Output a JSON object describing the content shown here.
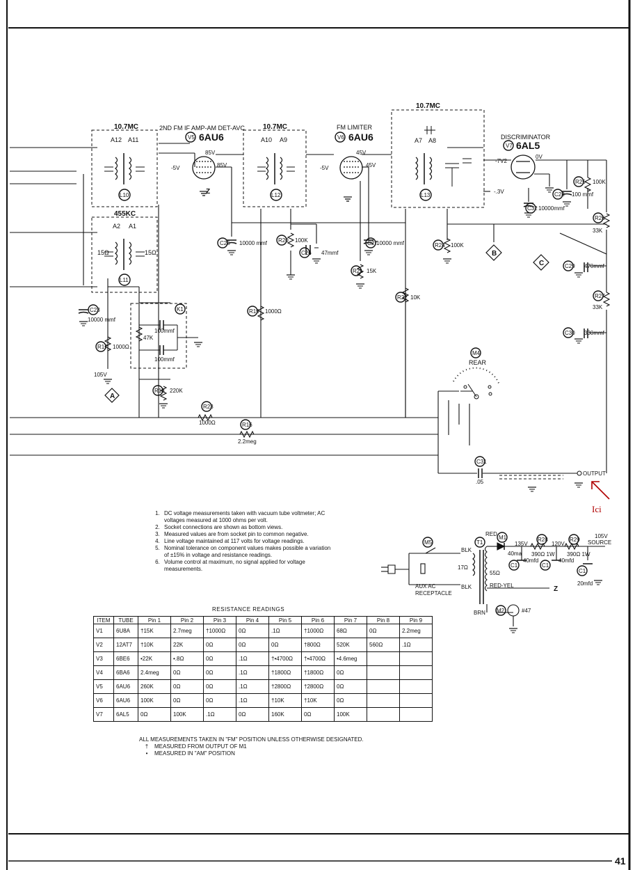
{
  "labels": {
    "if1_freq": "10.7MC",
    "am_if_freq": "455KC",
    "v5_desc": "2ND FM IF AMP-AM DET-AVC",
    "v5_ref": "V5",
    "v5_type": "6AU6",
    "if2_freq": "10.7MC",
    "v6_desc": "FM LIMITER",
    "v6_ref": "V6",
    "v6_type": "6AU6",
    "disc_freq": "10.7MC",
    "v7_desc": "DISCRIMINATOR",
    "v7_ref": "V7",
    "v7_type": "6AL5",
    "a12": "A12",
    "a11": "A11",
    "a10": "A10",
    "a9": "A9",
    "a8": "A8",
    "a7": "A7",
    "a2": "A2",
    "a1": "A1",
    "l10": "L10",
    "l11": "L11",
    "l12": "L12",
    "l13": "L13",
    "c25": "C25",
    "c25_val": "10000 mmf",
    "r20": "R20",
    "r20_val": "100K",
    "c26": "C26",
    "c26_val": "47mmf",
    "c27": "C27",
    "c27_val": "10000 mmf",
    "r21": "R21",
    "r21_val": "15K",
    "r22": "R22",
    "r22_val": "10K",
    "r24": "R24",
    "r24_val": "100K",
    "r25": "R25",
    "r25_val": "100K",
    "r26": "R26",
    "r26_val": "33K",
    "r27": "R27",
    "r27_val": "33K",
    "c28": "C28",
    "c28_val": "100 mmf",
    "c29": "C29",
    "c29_val": "470mmf",
    "c30": "C30",
    "c30_val": "330mmf",
    "c32": "C32",
    "c32_val": "10000mmf",
    "c23": "C23",
    "c23_val": "10000 mmf",
    "r17": "R17",
    "r17_val": "1000Ω",
    "k1": "K1",
    "k1_r": "47K",
    "k1_c1": "100mmf",
    "k1_c2": "100mmf",
    "r18": "R18",
    "r18_val": "220K",
    "r19": "R19",
    "r19_val": "1000Ω",
    "r23": "R23",
    "r23_val": "1000Ω",
    "r16": "R16",
    "r16_val": "2.2meg",
    "c31": "C31",
    "c31_val": ".05",
    "m4": "M4",
    "m4_desc": "REAR",
    "output": "OUTPUT",
    "ici": "Ici",
    "v_105": "105V",
    "v_85a": "85V",
    "v_85b": "85V",
    "v_5": "-5V",
    "v_45a": "45V",
    "v_45b": "45V",
    "v_m5": "-5V",
    "v_72": "-7V2",
    "v_50": "0V",
    "v_3": "-.3V",
    "ohm_15a": "15Ω",
    "ohm_15b": "15Ω",
    "term_a": "A",
    "term_b": "B",
    "term_c": "C",
    "term_z": "Z",
    "m5": "M5",
    "t1": "T1",
    "m1": "M1",
    "r28": "R28",
    "r29": "R29",
    "m2": "M2",
    "ps_red": "RED",
    "ps_blk1": "BLK",
    "ps_blk2": "BLK",
    "ps_brn": "BRN",
    "ps_redyel": "RED-YEL",
    "ps_17": "17Ω",
    "ps_55": "55Ω",
    "ps_40ma": "40ma",
    "ps_135": "135V",
    "ps_120": "120V",
    "ps_r28v": "390Ω 1W",
    "ps_r29v": "390Ω 1W",
    "ps_c1a": "C1",
    "ps_c1b": "C1",
    "ps_c1c": "C1",
    "ps_40a": "40mfd",
    "ps_40b": "40mfd",
    "ps_20": "20mfd",
    "ps_src1": "105V",
    "ps_src2": "SOURCE",
    "ps_aux1": "AUX AC",
    "ps_aux2": "RECEPTACLE",
    "ps_lamp": "#47",
    "page_number": "41"
  },
  "notes": [
    "DC voltage measurements taken with vacuum tube voltmeter; AC voltages measured at 1000 ohms per volt.",
    "Socket connections are shown as bottom views.",
    "Measured values are from socket pin to common negative.",
    "Line voltage maintained at 117 volts for voltage readings.",
    "Nominal tolerance on component values makes possible a variation of ±15% in voltage and resistance readings.",
    "Volume control at maximum, no signal applied for voltage measurements."
  ],
  "resistance_table": {
    "title": "RESISTANCE READINGS",
    "headers": [
      "ITEM",
      "TUBE",
      "Pin 1",
      "Pin 2",
      "Pin 3",
      "Pin 4",
      "Pin 5",
      "Pin 6",
      "Pin 7",
      "Pin 8",
      "Pin 9"
    ],
    "rows": [
      [
        "V1",
        "6U8A",
        "†15K",
        "2.7meg",
        "†1000Ω",
        "0Ω",
        ".1Ω",
        "†1000Ω",
        "68Ω",
        "0Ω",
        "2.2meg"
      ],
      [
        "V2",
        "12AT7",
        "†10K",
        "22K",
        "0Ω",
        "0Ω",
        "0Ω",
        "†800Ω",
        "520K",
        "560Ω",
        ".1Ω"
      ],
      [
        "V3",
        "6BE6",
        "•22K",
        "•.8Ω",
        "0Ω",
        ".1Ω",
        "†•4700Ω",
        "†•4700Ω",
        "•4.6meg",
        "",
        ""
      ],
      [
        "V4",
        "6BA6",
        "2.4meg",
        "0Ω",
        "0Ω",
        ".1Ω",
        "†1800Ω",
        "†1800Ω",
        "0Ω",
        "",
        ""
      ],
      [
        "V5",
        "6AU6",
        "260K",
        "0Ω",
        "0Ω",
        ".1Ω",
        "†2800Ω",
        "†2800Ω",
        "0Ω",
        "",
        ""
      ],
      [
        "V6",
        "6AU6",
        "100K",
        "0Ω",
        "0Ω",
        ".1Ω",
        "†10K",
        "†10K",
        "0Ω",
        "",
        ""
      ],
      [
        "V7",
        "6AL5",
        "0Ω",
        "100K",
        ".1Ω",
        "0Ω",
        "160K",
        "0Ω",
        "100K",
        "",
        ""
      ]
    ]
  },
  "footnotes": {
    "main": "ALL MEASUREMENTS TAKEN IN \"FM\" POSITION UNLESS OTHERWISE DESIGNATED.",
    "dagger_sym": "†",
    "dagger_text": "MEASURED FROM OUTPUT OF M1",
    "bullet_sym": "•",
    "bullet_text": "MEASURED IN \"AM\" POSITION"
  }
}
